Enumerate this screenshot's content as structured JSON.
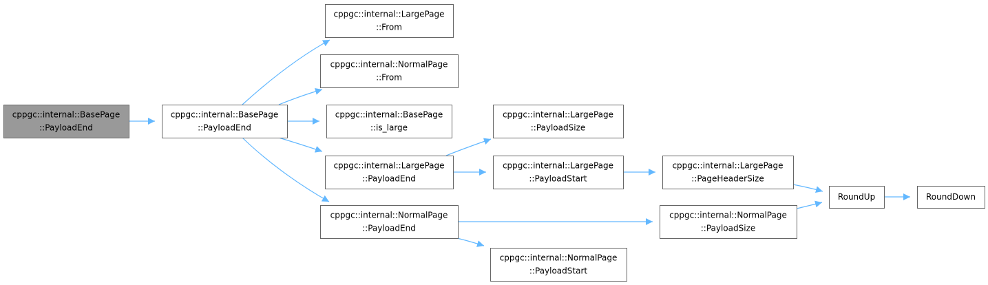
{
  "colors": {
    "edge": "#63b8ff",
    "node_fill": "#ffffff",
    "node_border": "#666666",
    "root_fill": "#999999",
    "text": "#000000"
  },
  "nodes": [
    {
      "id": "base_payloadend_root",
      "lines": [
        "cppgc::internal::BasePage",
        "::PayloadEnd"
      ],
      "root": true
    },
    {
      "id": "base_payloadend",
      "lines": [
        "cppgc::internal::BasePage",
        "::PayloadEnd"
      ]
    },
    {
      "id": "large_from",
      "lines": [
        "cppgc::internal::LargePage",
        "::From"
      ]
    },
    {
      "id": "normal_from",
      "lines": [
        "cppgc::internal::NormalPage",
        "::From"
      ]
    },
    {
      "id": "base_is_large",
      "lines": [
        "cppgc::internal::BasePage",
        "::is_large"
      ]
    },
    {
      "id": "large_payloadend",
      "lines": [
        "cppgc::internal::LargePage",
        "::PayloadEnd"
      ]
    },
    {
      "id": "normal_payloadend",
      "lines": [
        "cppgc::internal::NormalPage",
        "::PayloadEnd"
      ]
    },
    {
      "id": "large_payloadsize",
      "lines": [
        "cppgc::internal::LargePage",
        "::PayloadSize"
      ]
    },
    {
      "id": "large_payloadstart",
      "lines": [
        "cppgc::internal::LargePage",
        "::PayloadStart"
      ]
    },
    {
      "id": "normal_payloadstart",
      "lines": [
        "cppgc::internal::NormalPage",
        "::PayloadStart"
      ]
    },
    {
      "id": "large_pageheadersize",
      "lines": [
        "cppgc::internal::LargePage",
        "::PageHeaderSize"
      ]
    },
    {
      "id": "normal_payloadsize",
      "lines": [
        "cppgc::internal::NormalPage",
        "::PayloadSize"
      ]
    },
    {
      "id": "roundup",
      "lines": [
        "RoundUp"
      ]
    },
    {
      "id": "rounddown",
      "lines": [
        "RoundDown"
      ]
    }
  ],
  "edges": [
    {
      "from": "base_payloadend_root",
      "to": "base_payloadend"
    },
    {
      "from": "base_payloadend",
      "to": "large_from"
    },
    {
      "from": "base_payloadend",
      "to": "normal_from"
    },
    {
      "from": "base_payloadend",
      "to": "base_is_large"
    },
    {
      "from": "base_payloadend",
      "to": "large_payloadend"
    },
    {
      "from": "base_payloadend",
      "to": "normal_payloadend"
    },
    {
      "from": "large_payloadend",
      "to": "large_payloadsize"
    },
    {
      "from": "large_payloadend",
      "to": "large_payloadstart"
    },
    {
      "from": "large_payloadstart",
      "to": "large_pageheadersize"
    },
    {
      "from": "large_pageheadersize",
      "to": "roundup"
    },
    {
      "from": "normal_payloadend",
      "to": "normal_payloadsize"
    },
    {
      "from": "normal_payloadend",
      "to": "normal_payloadstart"
    },
    {
      "from": "normal_payloadsize",
      "to": "roundup"
    },
    {
      "from": "roundup",
      "to": "rounddown"
    }
  ]
}
